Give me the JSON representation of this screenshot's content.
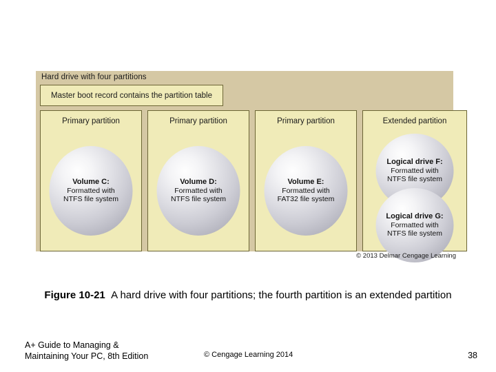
{
  "diagram": {
    "title": "Hard drive with four partitions",
    "mbr_label": "Master boot record contains the partition table",
    "credit": "© 2013 Delmar Cengage Learning",
    "partitions": [
      {
        "header": "Primary partition",
        "type": "primary",
        "volumes": [
          {
            "name": "Volume C:",
            "line2": "Formatted with",
            "line3": "NTFS file system"
          }
        ]
      },
      {
        "header": "Primary partition",
        "type": "primary",
        "volumes": [
          {
            "name": "Volume D:",
            "line2": "Formatted with",
            "line3": "NTFS file system"
          }
        ]
      },
      {
        "header": "Primary partition",
        "type": "primary",
        "volumes": [
          {
            "name": "Volume E:",
            "line2": "Formatted with",
            "line3": "FAT32 file system"
          }
        ]
      },
      {
        "header": "Extended partition",
        "type": "extended",
        "volumes": [
          {
            "name": "Logical drive F:",
            "line2": "Formatted with",
            "line3": "NTFS file system"
          },
          {
            "name": "Logical drive G:",
            "line2": "Formatted with",
            "line3": "NTFS file system"
          }
        ]
      }
    ]
  },
  "caption": {
    "number": "Figure 10-21",
    "text": "A hard drive with four partitions; the fourth partition is an extended partition"
  },
  "footer": {
    "book_line1": "A+ Guide to Managing &",
    "book_line2": "Maintaining Your PC, 8th Edition",
    "copyright": "© Cengage Learning  2014",
    "page_number": "38"
  },
  "colors": {
    "container_bg": "#d5c8a4",
    "partition_bg": "#f0ebb8",
    "partition_border": "#6b6534",
    "sphere_highlight": "#fefefe",
    "sphere_edge": "#a8a8b4",
    "slide_bg": "#ffffff"
  }
}
